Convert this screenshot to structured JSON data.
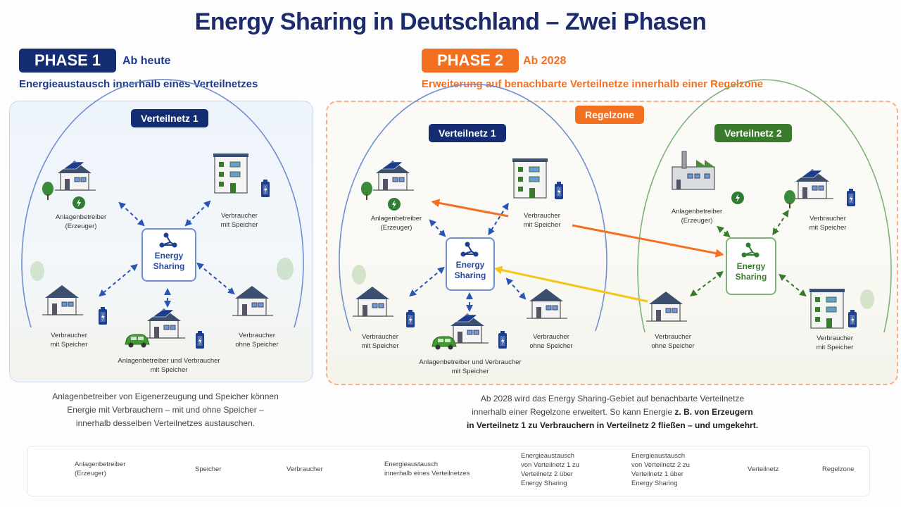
{
  "title": "Energy Sharing in Deutschland – Zwei Phasen",
  "phase1": {
    "badge": "PHASE 1",
    "when": "Ab heute",
    "subtitle": "Energieaustausch innerhalb eines Verteilnetzes",
    "net_label": "Verteilnetz 1",
    "hub_line1": "Energy",
    "hub_line2": "Sharing",
    "nodes": {
      "producer": [
        "Anlagenbetreiber",
        "(Erzeuger)"
      ],
      "apartment": [
        "Verbraucher",
        "mit Speicher"
      ],
      "house_storage": [
        "Verbraucher",
        "mit Speicher"
      ],
      "prosumer": [
        "Anlagenbetreiber und Verbraucher",
        "mit Speicher"
      ],
      "house_plain": [
        "Verbraucher",
        "ohne Speicher"
      ]
    },
    "description": [
      "Anlagenbetreiber von Eigenerzeugung und Speicher können",
      "Energie mit Verbrauchern – mit und ohne Speicher –",
      "innerhalb desselben Verteilnetzes austauschen."
    ]
  },
  "phase2": {
    "badge": "PHASE 2",
    "when": "Ab 2028",
    "subtitle": "Erweiterung auf benachbarte Verteilnetze innerhalb einer Regelzone",
    "zone_label": "Regelzone",
    "net1_label": "Verteilnetz 1",
    "net2_label": "Verteilnetz 2",
    "hub_line1": "Energy",
    "hub_line2": "Sharing",
    "net1_nodes": {
      "producer": [
        "Anlagenbetreiber",
        "(Erzeuger)"
      ],
      "apartment": [
        "Verbraucher",
        "mit Speicher"
      ],
      "house_storage": [
        "Verbraucher",
        "mit Speicher"
      ],
      "prosumer": [
        "Anlagenbetreiber und Verbraucher",
        "mit Speicher"
      ],
      "house_plain": [
        "Verbraucher",
        "ohne Speicher"
      ]
    },
    "net2_nodes": {
      "factory": [
        "Anlagenbetreiber",
        "(Erzeuger)"
      ],
      "house_solar": [
        "Verbraucher",
        "mit Speicher"
      ],
      "house_plain": [
        "Verbraucher",
        "ohne Speicher"
      ],
      "apartment": [
        "Verbraucher",
        "mit Speicher"
      ]
    },
    "description_plain1": "Ab 2028 wird das Energy Sharing-Gebiet auf benachbarte Verteilnetze",
    "description_plain2": "innerhalb einer Regelzone erweitert. So kann Energie ",
    "description_bold2": "z. B. von Erzeugern",
    "description_bold3": "in Verteilnetz 1 zu Verbrauchern in Verteilnetz 2 fließen – und umgekehrt."
  },
  "legend": [
    {
      "icon": "lightning-circle-icon",
      "text": [
        "Anlagenbetreiber",
        "(Erzeuger)"
      ]
    },
    {
      "icon": "battery-icon",
      "text": [
        "Speicher"
      ]
    },
    {
      "icon": "house-icon",
      "text": [
        "Verbraucher"
      ]
    },
    {
      "icon": "dashed-double-arrow-icon",
      "text": [
        "Energieaustausch",
        "innerhalb eines Verteilnetzes"
      ]
    },
    {
      "icon": "orange-arrow-icon",
      "text": [
        "Energieaustausch",
        "von Verteilnetz 1 zu",
        "Verteilnetz 2 über",
        "Energy Sharing"
      ]
    },
    {
      "icon": "yellow-arrow-icon",
      "text": [
        "Energieaustausch",
        "von Verteilnetz 2 zu",
        "Verteilnetz 1 über",
        "Energy Sharing"
      ]
    },
    {
      "icon": "blue-ellipse-icon",
      "text": [
        "Verteilnetz"
      ]
    },
    {
      "icon": "orange-dashed-ellipse-icon",
      "text": [
        "Regelzone"
      ]
    }
  ],
  "colors": {
    "navy": "#142c72",
    "orange": "#f37021",
    "yellow": "#f5c518",
    "green": "#3a7a2c",
    "blue_line": "#6f8fd0",
    "green_line": "#7fb27a"
  }
}
